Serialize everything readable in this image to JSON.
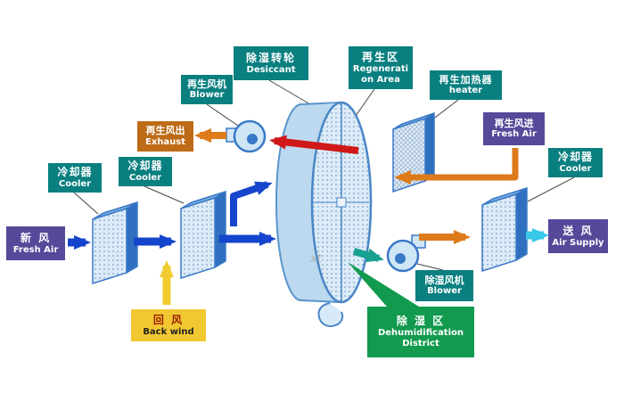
{
  "labels": {
    "desiccant": {
      "zh": "除湿转轮",
      "en": "Desiccant"
    },
    "regeneration_area": {
      "zh": "再生区",
      "en1": "Regenerati",
      "en2": "on Area"
    },
    "regen_blower": {
      "zh": "再生风机",
      "en": "Blower"
    },
    "regen_heater": {
      "zh": "再生加热器",
      "en": "heater"
    },
    "exhaust": {
      "zh": "再生风出",
      "en": "Exhaust"
    },
    "regen_fresh_air": {
      "zh": "再生风进",
      "en": "Fresh Air"
    },
    "cooler_left_1": {
      "zh": "冷却器",
      "en": "Cooler"
    },
    "cooler_left_2": {
      "zh": "冷却器",
      "en": "Cooler"
    },
    "cooler_right": {
      "zh": "冷却器",
      "en": "Cooler"
    },
    "fresh_air": {
      "zh": "新 风",
      "en": "Fresh Air"
    },
    "air_supply": {
      "zh": "送 风",
      "en": "Air Supply"
    },
    "back_wind": {
      "zh": "回 风",
      "en": "Back wind"
    },
    "dehumid_blower": {
      "zh": "除湿风机",
      "en": "Blower"
    },
    "dehumid_district": {
      "zh": "除 湿 区",
      "en1": "Dehumidification",
      "en2": "District"
    }
  },
  "watermark": "xt",
  "colors": {
    "label_teal": "#0a7f80",
    "label_purple": "#57489a",
    "label_orange": "#bd6b16",
    "label_yellow": "#f2c832",
    "label_green": "#129a4e",
    "arrow_blue": "#1545cc",
    "arrow_red": "#d01818",
    "arrow_orange": "#dd7a1a",
    "arrow_yellow": "#f0cc30",
    "arrow_cyan": "#38c8e8",
    "arrow_teal": "#18a090",
    "unit_outline": "#3a78c8",
    "unit_fill": "#cfe6f6"
  }
}
